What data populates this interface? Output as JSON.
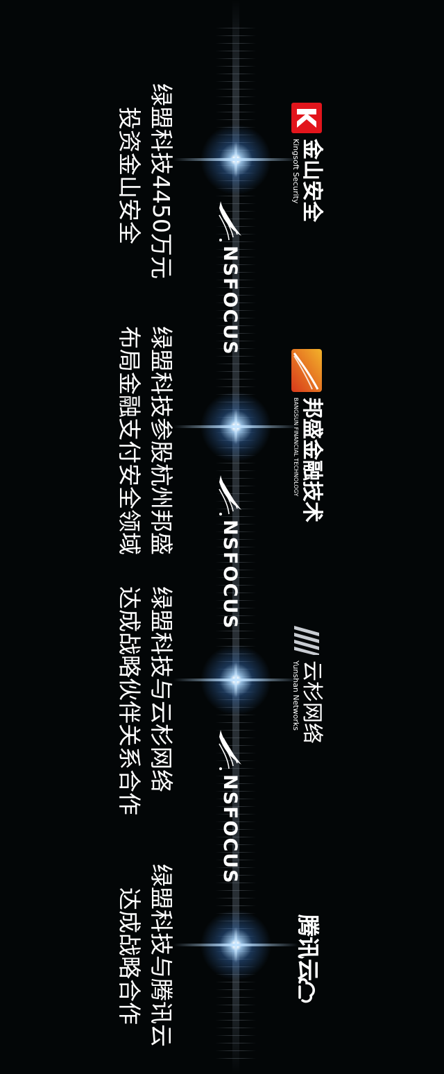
{
  "events": [
    {
      "partner_name": "金山安全",
      "partner_sub": "Kingsoft Security",
      "nsfocus": "NSFOCUS",
      "caption_line1": "绿盟科技4450万元",
      "caption_line2": "投资金山安全"
    },
    {
      "partner_name": "邦盛金融技术",
      "partner_sub": "BANGSUN FINANCIAL TECHNOLOGY",
      "nsfocus": "NSFOCUS",
      "caption_line1": "绿盟科技参股杭州邦盛",
      "caption_line2": "布局金融支付安全领域"
    },
    {
      "partner_name": "云杉网络",
      "partner_sub": "Yunshan Networks",
      "nsfocus": "NSFOCUS",
      "caption_line1": "绿盟科技与云杉网络",
      "caption_line2": "达成战略伙伴关系合作"
    },
    {
      "partner_name": "腾讯云",
      "partner_sub": "",
      "nsfocus": "",
      "caption_line1": "绿盟科技与腾讯云",
      "caption_line2": "达成战略合作"
    }
  ],
  "colors": {
    "background": "#030607",
    "glow": "#8cc8ff",
    "kingsoft_red": "#e2151c",
    "bangsun_orange": "#e4661d",
    "yunshan_gray": "#c8ccd2",
    "text": "#ffffff"
  },
  "icons": [
    "kingsoft-k-icon",
    "bangsun-flame-icon",
    "yunshan-stripes-icon",
    "tencent-cloud-icon",
    "nsfocus-wing-icon"
  ]
}
